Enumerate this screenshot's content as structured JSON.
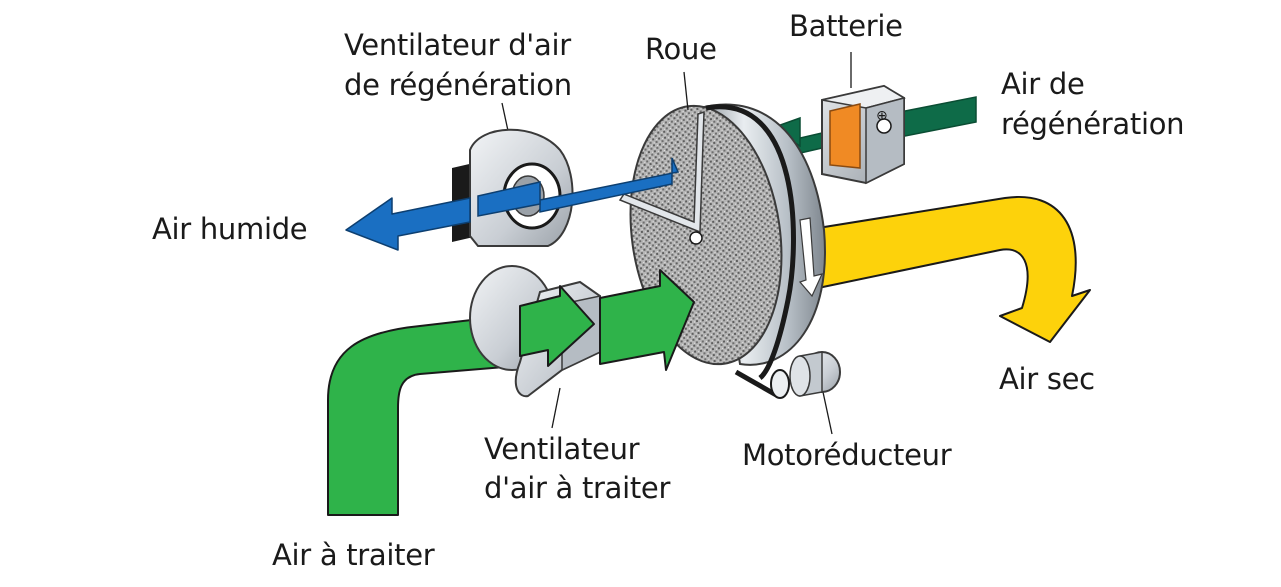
{
  "labels": {
    "regen_fan_line1": "Ventilateur d'air",
    "regen_fan_line2": "de régénération",
    "wheel": "Roue",
    "battery": "Batterie",
    "regen_air_line1": "Air de",
    "regen_air_line2": "régénération",
    "humid_air": "Air humide",
    "dry_air": "Air sec",
    "process_fan_line1": "Ventilateur",
    "process_fan_line2": "d'air à traiter",
    "gear_motor": "Motoréducteur",
    "process_air": "Air à traiter"
  },
  "battery_symbol": "⊕",
  "colors": {
    "process_air": "#2fb34a",
    "humid_air": "#1a6fc2",
    "regen_air": "#0e6b48",
    "dry_air": "#fdd20b",
    "battery_heater": "#f08a24",
    "fan_housing": "#d9dde3",
    "wheel_media": "#a8a8a8",
    "belt": "#1a1a1a"
  }
}
